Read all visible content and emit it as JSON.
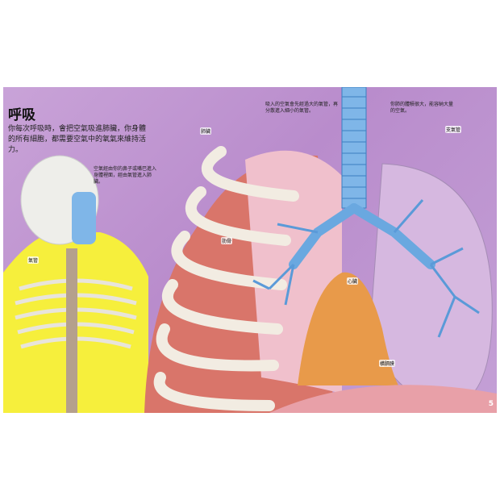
{
  "page": {
    "title": "呼吸",
    "intro": "你每次呼吸時，會把空氣吸進肺臟，你身體的所有細胞，都需要空氣中的氧氣來維持活力。",
    "page_number": "5"
  },
  "captions": {
    "nose_air": "空氣經由你的鼻子或嘴巴進入身體裡面，經由氣管進入肺臟。",
    "top_center": "吸入的空氣會先經過大的氣管，再分散進入細小的氣管。",
    "top_right": "你肺的體積很大，能容納大量的空氣。"
  },
  "labels": {
    "trachea": "氣管",
    "lung": "肺臟",
    "heart": "心臟",
    "diaphragm": "橫膈膜",
    "rib": "肋骨",
    "bronchus": "支氣管"
  },
  "colors": {
    "background": "#c4a0d6",
    "airway": "#7fb6e8",
    "rib": "#f2ece2",
    "muscle": "#d9756a",
    "heart": "#e89a4a",
    "skeleton_bg": "#f6ef3c"
  }
}
